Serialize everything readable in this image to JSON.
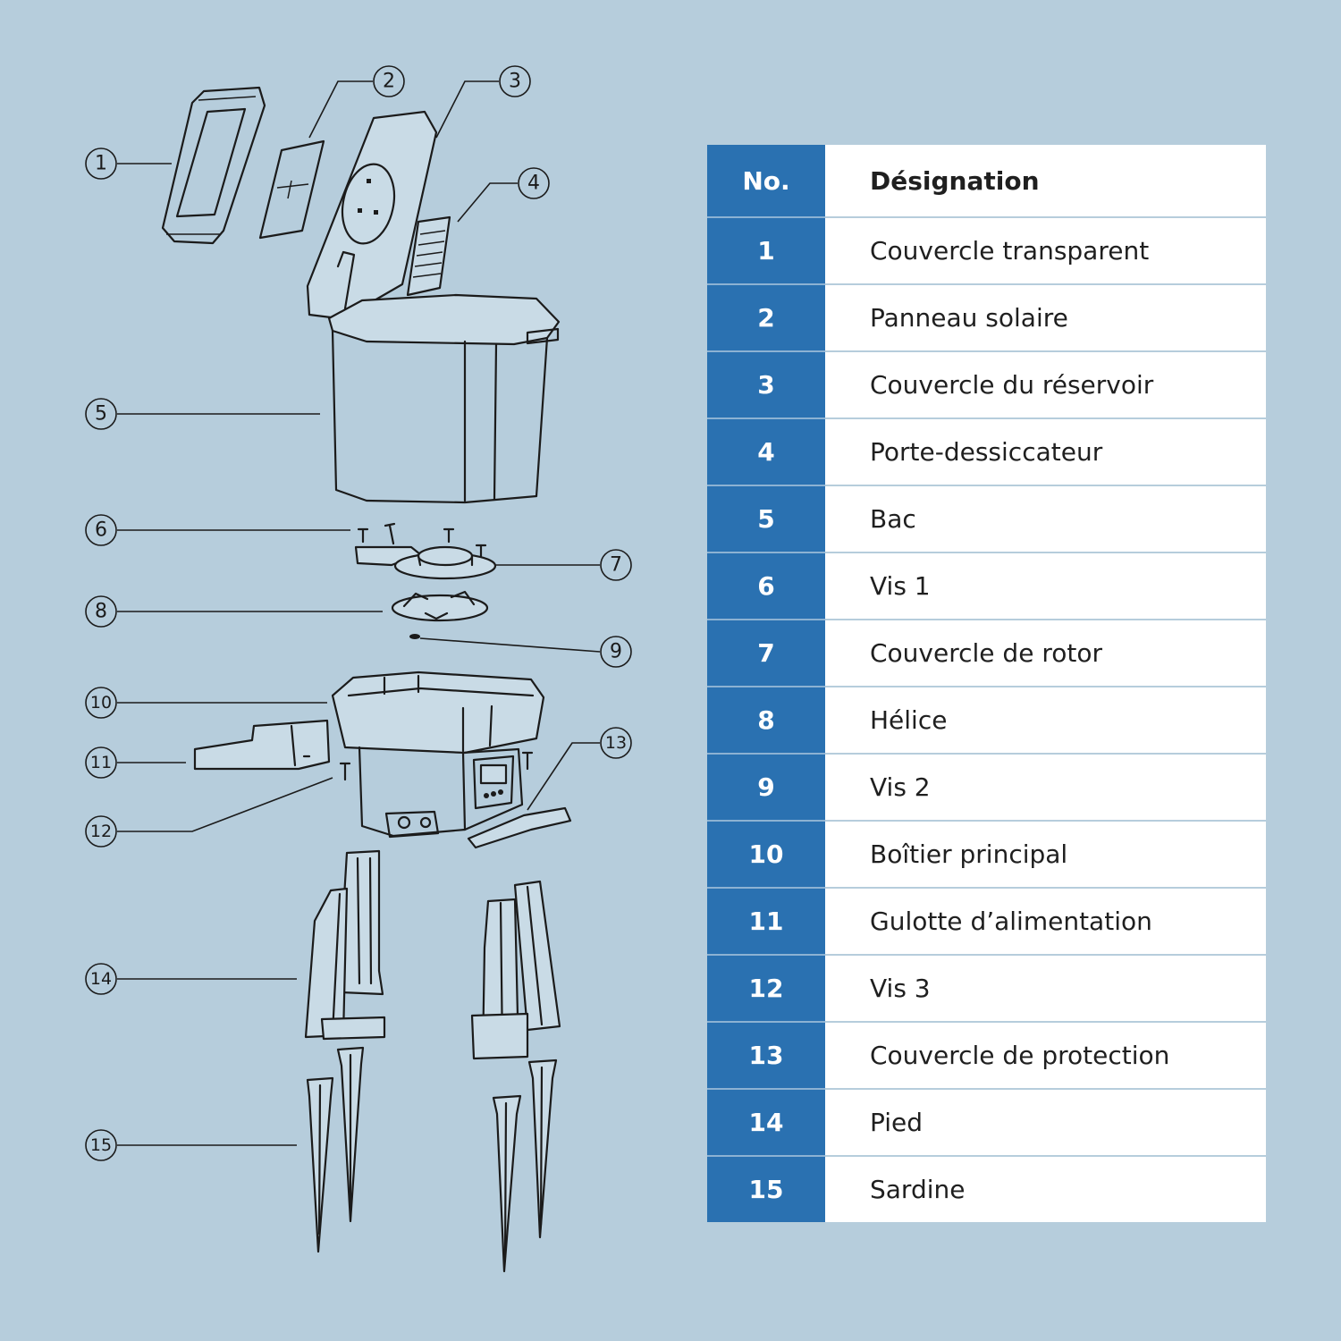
{
  "table": {
    "header_no": "No.",
    "header_designation": "Désignation",
    "rows": [
      {
        "no": "1",
        "name": "Couvercle transparent"
      },
      {
        "no": "2",
        "name": "Panneau solaire"
      },
      {
        "no": "3",
        "name": "Couvercle du réservoir"
      },
      {
        "no": "4",
        "name": "Porte-dessiccateur"
      },
      {
        "no": "5",
        "name": "Bac"
      },
      {
        "no": "6",
        "name": "Vis 1"
      },
      {
        "no": "7",
        "name": "Couvercle de rotor"
      },
      {
        "no": "8",
        "name": "Hélice"
      },
      {
        "no": "9",
        "name": "Vis 2"
      },
      {
        "no": "10",
        "name": "Boîtier principal"
      },
      {
        "no": "11",
        "name": "Gulotte d’alimentation"
      },
      {
        "no": "12",
        "name": "Vis 3"
      },
      {
        "no": "13",
        "name": "Couvercle de protection"
      },
      {
        "no": "14",
        "name": "Pied"
      },
      {
        "no": "15",
        "name": "Sardine"
      }
    ]
  },
  "callouts": [
    "1",
    "2",
    "3",
    "4",
    "5",
    "6",
    "7",
    "8",
    "9",
    "10",
    "11",
    "12",
    "13",
    "14",
    "15"
  ],
  "colors": {
    "background": "#b6cddc",
    "header_blue": "#2a71b1",
    "table_white": "#ffffff",
    "line": "#1b1b1b"
  }
}
